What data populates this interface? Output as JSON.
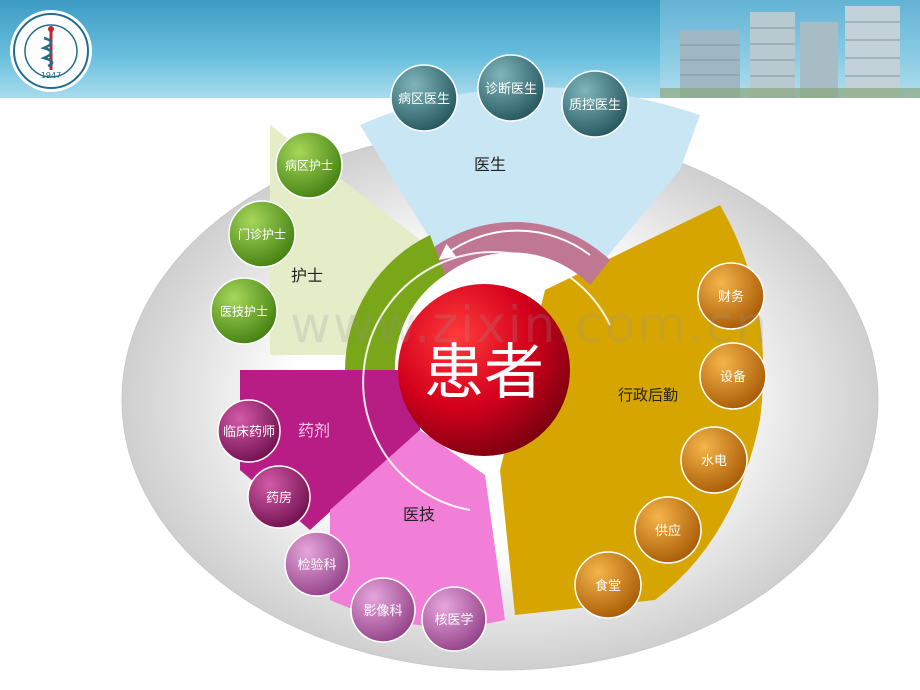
{
  "center": {
    "label": "患者"
  },
  "sectors": {
    "doctors": {
      "label": "医生",
      "items": [
        "病区医生",
        "诊断医生",
        "质控医生"
      ]
    },
    "nurses": {
      "label": "护士",
      "items": [
        "病区护士",
        "门诊护士",
        "医技护士"
      ]
    },
    "pharmacy": {
      "label": "药剂",
      "items": [
        "临床药师",
        "药房"
      ]
    },
    "medtech": {
      "label": "医技",
      "items": [
        "检验科",
        "影像科",
        "核医学"
      ]
    },
    "logistics": {
      "label": "行政后勤",
      "items": [
        "财务",
        "设备",
        "水电",
        "供应",
        "食堂"
      ]
    }
  },
  "logo": {
    "year": "1947"
  },
  "watermark": "www.zixin.com.cn",
  "colors": {
    "doctors": "#c9e6f5",
    "nurses": "#e4ecc8",
    "pharmacy": "#b81d86",
    "medtech": "#f27fd7",
    "logistics": "#d7a500",
    "center": "#c8001b",
    "doctorNode": "#2e6870",
    "nurseNode": "#4f8e14",
    "pharmNode": "#8a1860",
    "medtechNode": "#b563a6",
    "logisticsNode": "#d07a0a"
  }
}
